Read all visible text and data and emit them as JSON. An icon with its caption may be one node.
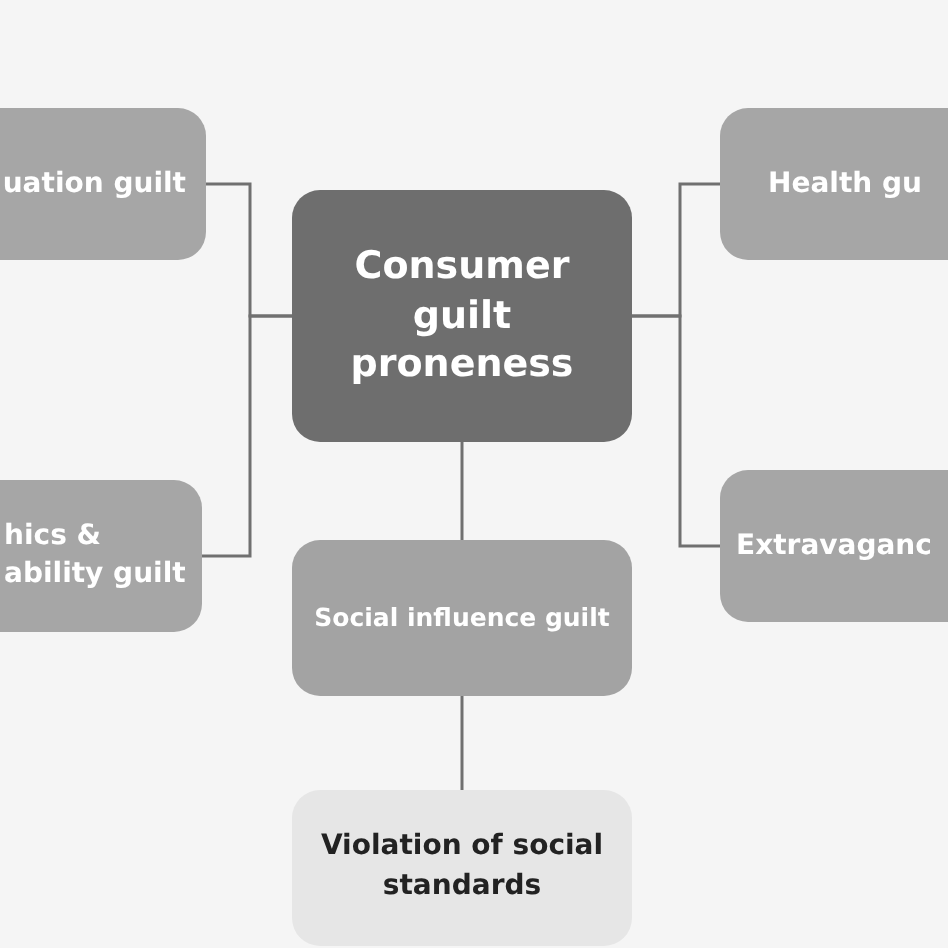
{
  "diagram": {
    "nodes": [
      {
        "text": [
          "uation guilt"
        ]
      },
      {
        "text": [
          "hics & ability guilt"
        ]
      },
      {
        "text": [
          "Consumer guilt proneness"
        ]
      },
      {
        "text": [
          "Health gu"
        ]
      },
      {
        "text": [
          "Extravaganc"
        ]
      },
      {
        "text": [
          "Social influence guilt"
        ]
      },
      {
        "text": [
          "Violation of social standards"
        ]
      }
    ],
    "edges": [
      {
        "from": 2,
        "to": 0,
        "arrow": "none"
      },
      {
        "from": 2,
        "to": 1,
        "arrow": "none"
      },
      {
        "from": 2,
        "to": 3,
        "arrow": "none"
      },
      {
        "from": 2,
        "to": 4,
        "arrow": "none"
      },
      {
        "from": 2,
        "to": 5,
        "arrow": "none"
      },
      {
        "from": 5,
        "to": 6,
        "arrow": "none"
      }
    ]
  }
}
